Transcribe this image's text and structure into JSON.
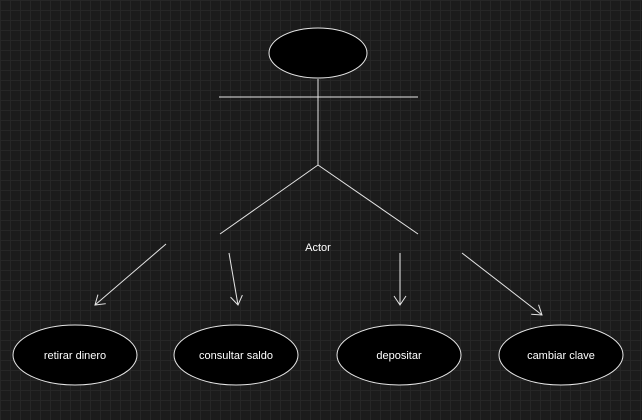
{
  "actor": {
    "label": "Actor"
  },
  "use_cases": [
    {
      "label": "retirar dinero"
    },
    {
      "label": "consultar saldo"
    },
    {
      "label": "depositar"
    },
    {
      "label": "cambiar clave"
    }
  ],
  "colors": {
    "background": "#1b1b1b",
    "grid": "#262626",
    "stroke": "#e6e6e6",
    "ellipse_fill": "#000000",
    "text": "#ffffff"
  }
}
